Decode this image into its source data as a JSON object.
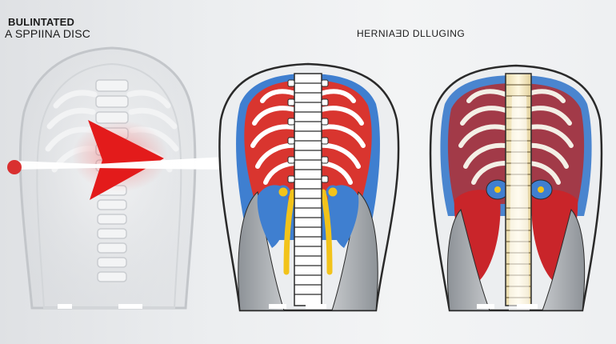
{
  "labels": {
    "left_line1": "BULINTATED",
    "left_line2": "A SPPIINA DISC",
    "right": "HERNIAƎD DLLUGING"
  },
  "colors": {
    "background": "#eceef0",
    "muscle_red": "#d9352f",
    "arrow_red": "#e31b1b",
    "nerve_blue": "#3f7fd0",
    "nerve_yellow": "#f2c31a",
    "bone_white": "#ffffff",
    "shadow_gray": "#9ea3a8"
  }
}
